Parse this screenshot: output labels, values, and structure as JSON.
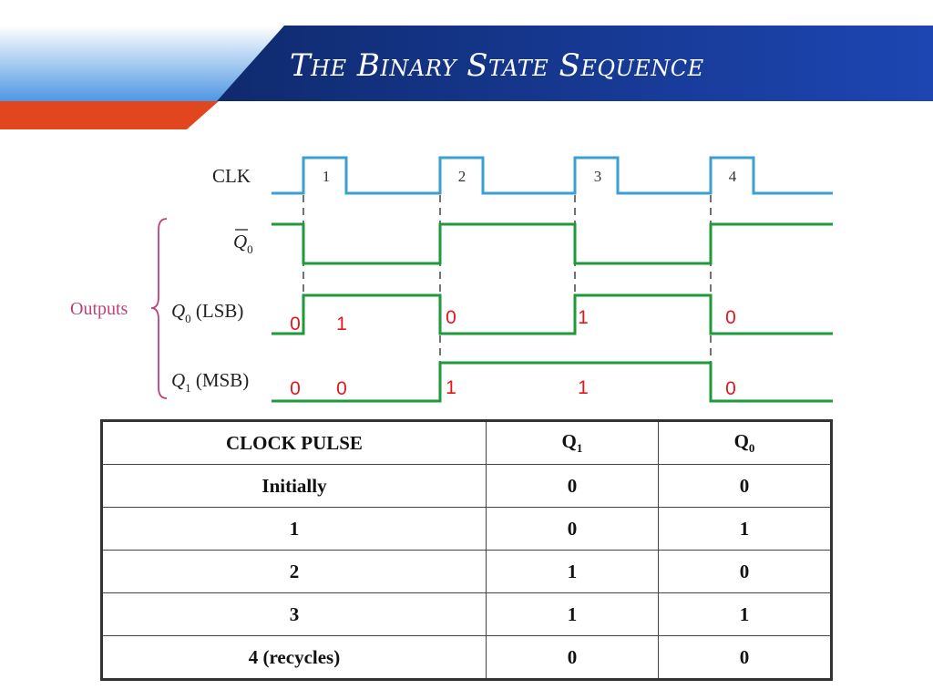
{
  "title": "The Binary State Sequence",
  "diagram": {
    "signals": {
      "clk": "CLK",
      "q0_bar": {
        "letter": "Q",
        "sub": "0"
      },
      "q0": {
        "letter": "Q",
        "sub": "0",
        "suffix": " (LSB)"
      },
      "q1": {
        "letter": "Q",
        "sub": "1",
        "suffix": " (MSB)"
      }
    },
    "outputs_label": "Outputs",
    "pulse_numbers": [
      "1",
      "2",
      "3",
      "4"
    ],
    "q0_values": [
      "0",
      "1",
      "0",
      "1",
      "0"
    ],
    "q1_values": [
      "0",
      "0",
      "1",
      "1",
      "0"
    ]
  },
  "table": {
    "headers": {
      "clock_pulse": "CLOCK PULSE",
      "q1": {
        "letter": "Q",
        "sub": "1"
      },
      "q0": {
        "letter": "Q",
        "sub": "0"
      }
    },
    "rows": [
      {
        "pulse": "Initially",
        "q1": "0",
        "q0": "0"
      },
      {
        "pulse": "1",
        "q1": "0",
        "q0": "1"
      },
      {
        "pulse": "2",
        "q1": "1",
        "q0": "0"
      },
      {
        "pulse": "3",
        "q1": "1",
        "q0": "1"
      },
      {
        "pulse": "4 (recycles)",
        "q1": "0",
        "q0": "0"
      }
    ]
  },
  "colors": {
    "header_blue": "#1a3fa0",
    "header_light": "#5aa0e6",
    "accent_orange": "#e2461e",
    "clk_line": "#3aa0d0",
    "output_line": "#1f9a3a",
    "value_red": "#e8141c",
    "outputs_magenta": "#c0407a"
  }
}
